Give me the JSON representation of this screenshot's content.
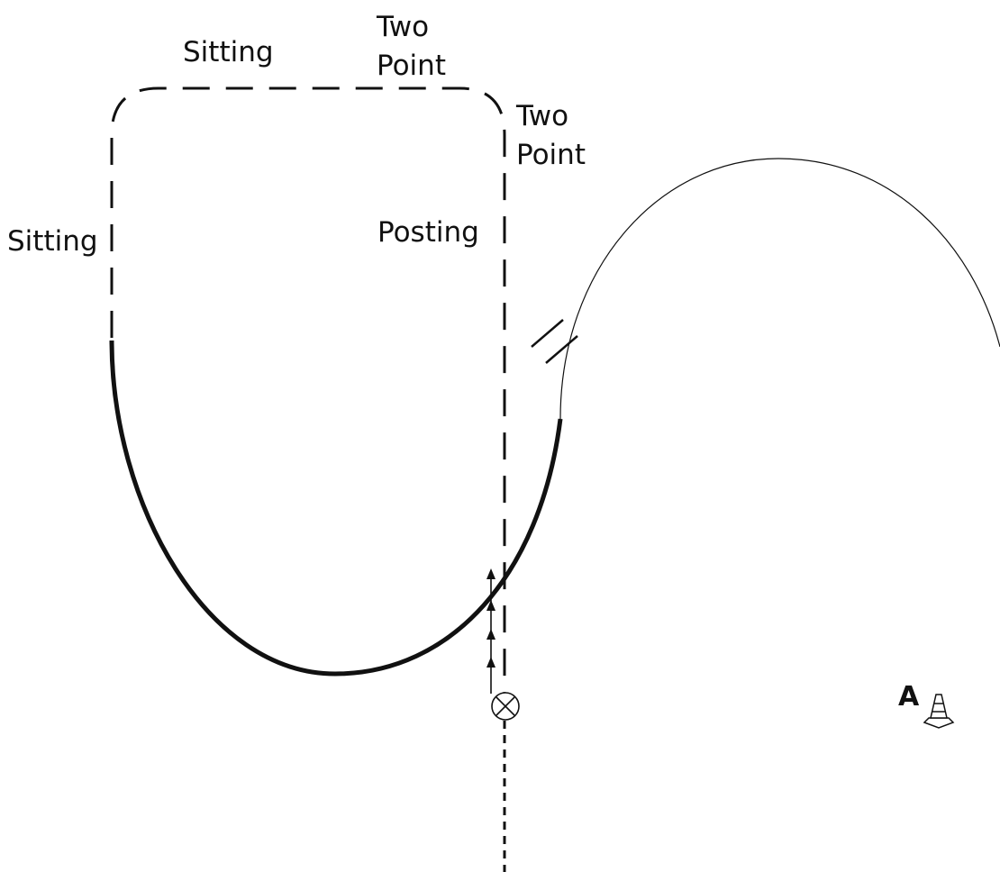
{
  "labels": {
    "sitting_top": "Sitting",
    "two_point_top_line1": "Two",
    "two_point_top_line2": "Point",
    "two_point_right_line1": "Two",
    "two_point_right_line2": "Point",
    "sitting_left": "Sitting",
    "posting": "Posting",
    "cone": "A"
  },
  "icons": {
    "start_marker": "circled-x-icon",
    "cone": "traffic-cone-icon"
  },
  "colors": {
    "line": "#111111",
    "background": "#ffffff"
  }
}
